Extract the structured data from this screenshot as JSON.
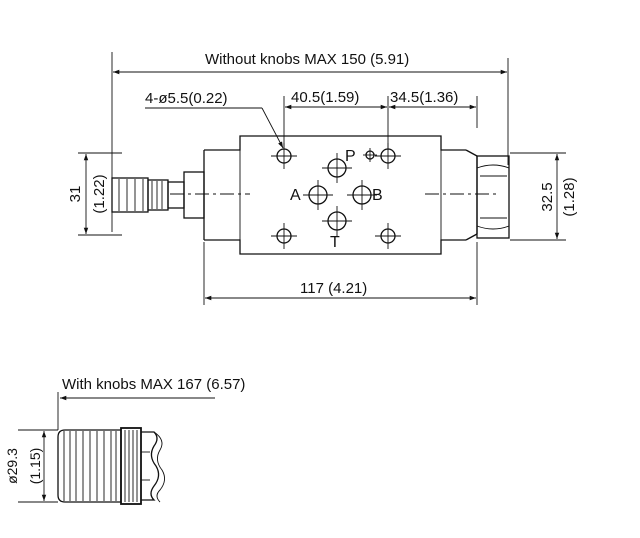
{
  "dimensions": {
    "without_knobs": "Without knobs MAX 150 (5.91)",
    "hole_spec": "4-ø5.5(0.22)",
    "pitch_a": "40.5(1.59)",
    "pitch_b": "34.5(1.36)",
    "height_mm": "31",
    "height_in": "(1.22)",
    "width_mm": "32.5",
    "width_in": "(1.28)",
    "length": "117 (4.21)",
    "with_knobs": "With knobs MAX 167 (6.57)",
    "knob_dia_mm": "ø29.3",
    "knob_dia_in": "(1.15)"
  },
  "ports": {
    "a": "A",
    "b": "B",
    "p": "P",
    "t": "T"
  }
}
